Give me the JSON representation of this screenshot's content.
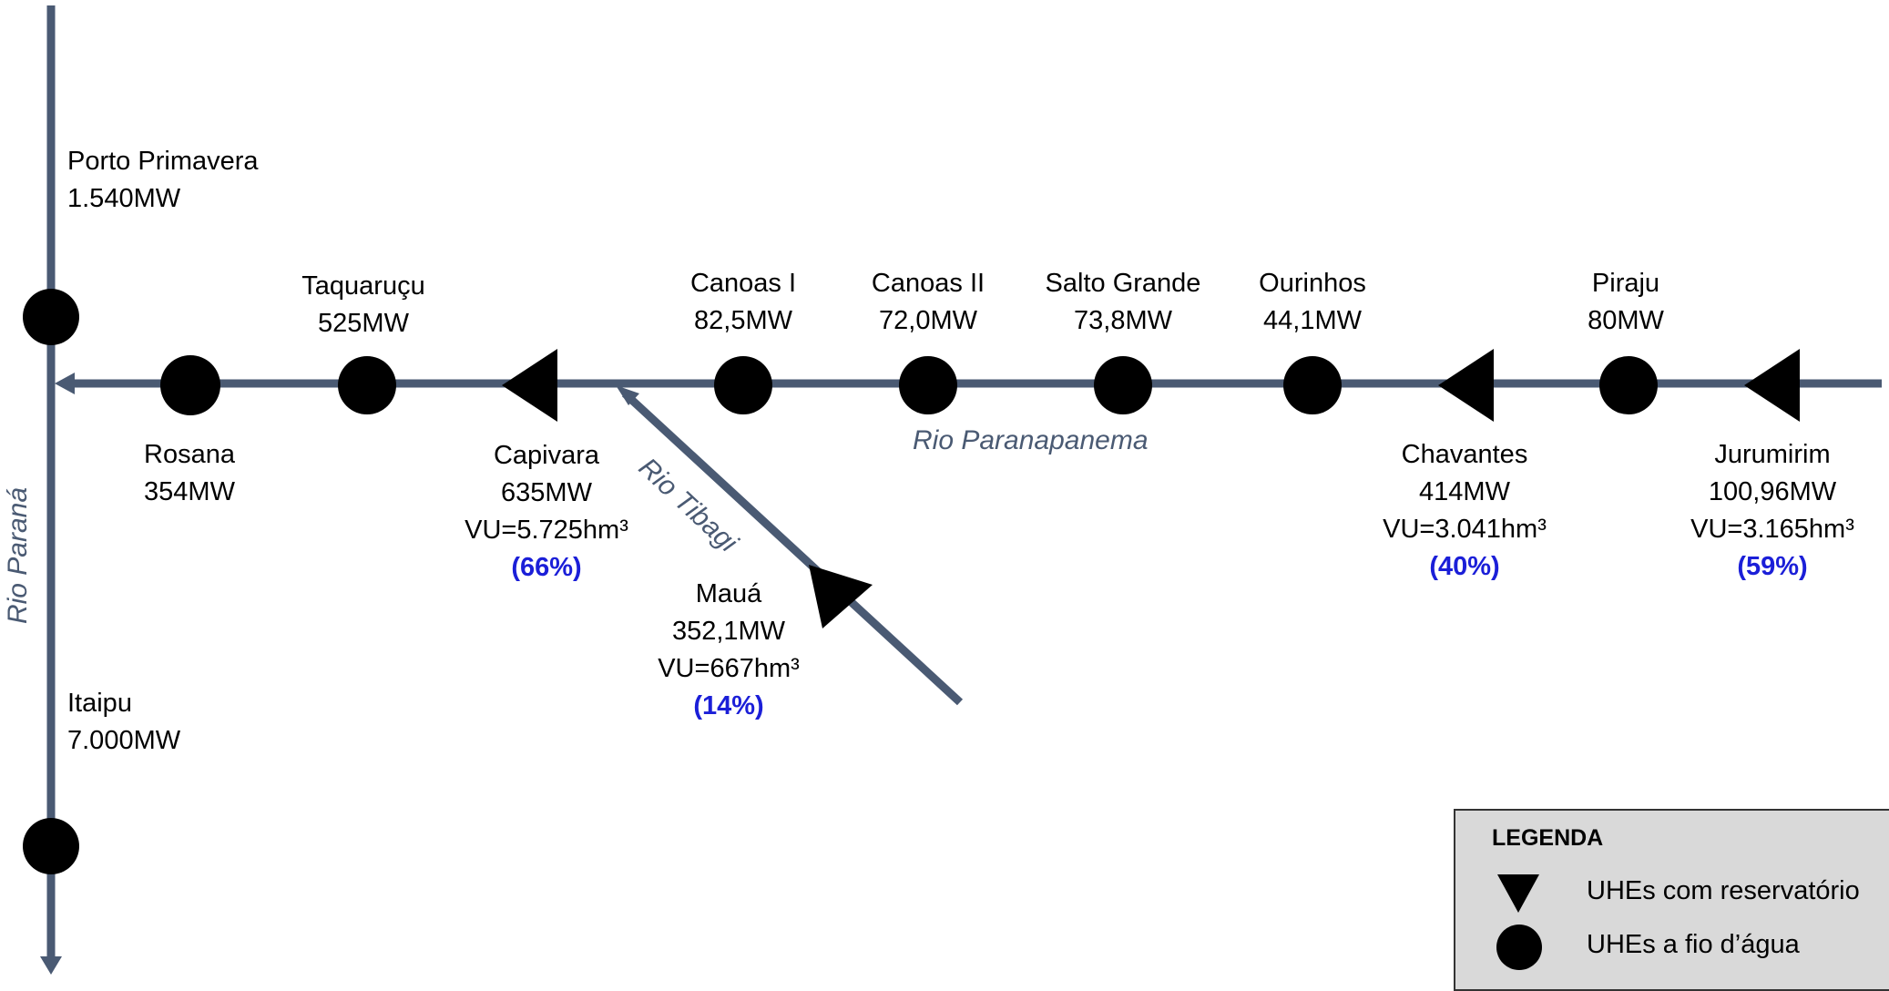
{
  "plants": {
    "porto_primavera": {
      "name": "Porto Primavera",
      "power": "1.540MW"
    },
    "itaipu": {
      "name": "Itaipu",
      "power": "7.000MW"
    },
    "rosana": {
      "name": "Rosana",
      "power": "354MW"
    },
    "taquarucu": {
      "name": "Taquaruçu",
      "power": "525MW"
    },
    "capivara": {
      "name": "Capivara",
      "power": "635MW",
      "vu": "VU=5.725hm³",
      "pct": "(66%)"
    },
    "maua": {
      "name": "Mauá",
      "power": "352,1MW",
      "vu": "VU=667hm³",
      "pct": "(14%)"
    },
    "canoas1": {
      "name": "Canoas I",
      "power": "82,5MW"
    },
    "canoas2": {
      "name": "Canoas II",
      "power": "72,0MW"
    },
    "salto_grande": {
      "name": "Salto Grande",
      "power": "73,8MW"
    },
    "ourinhos": {
      "name": "Ourinhos",
      "power": "44,1MW"
    },
    "chavantes": {
      "name": "Chavantes",
      "power": "414MW",
      "vu": "VU=3.041hm³",
      "pct": "(40%)"
    },
    "piraju": {
      "name": "Piraju",
      "power": "80MW"
    },
    "jurumirim": {
      "name": "Jurumirim",
      "power": "100,96MW",
      "vu": "VU=3.165hm³",
      "pct": "(59%)"
    }
  },
  "rivers": {
    "parana": "Rio Paraná",
    "paranapanema": "Rio Paranapanema",
    "tibagi": "Rio Tibagi"
  },
  "legend": {
    "title": "LEGENDA",
    "reservoir": "UHEs com reservatório",
    "run_of_river": "UHEs a fio d’água"
  },
  "colors": {
    "river_line": "#4a5a73",
    "marker": "#000000",
    "percentage": "#1b1fd8",
    "legend_bg": "#d9d9d9"
  }
}
